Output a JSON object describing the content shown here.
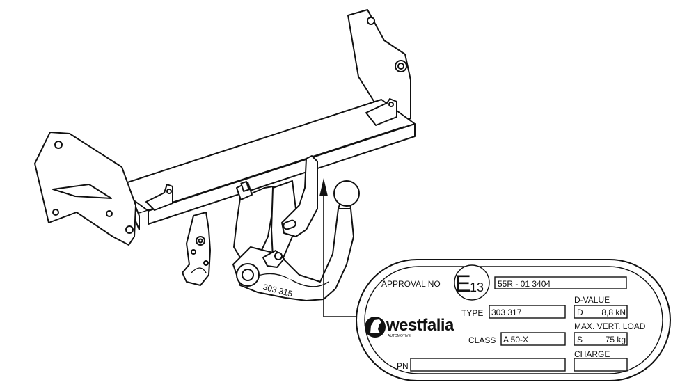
{
  "part_stamp": "303 315",
  "plate": {
    "approval_label": "APPROVAL NO",
    "e_mark_letter": "E",
    "e_mark_number": "13",
    "approval_value": "55R - 01 3404",
    "type_label": "TYPE",
    "type_value": "303 317",
    "class_label": "CLASS",
    "class_value": "A 50-X",
    "pn_label": "PN",
    "pn_value": "",
    "d_value_label": "D-VALUE",
    "d_code": "D",
    "d_amount": "8,8 kN",
    "load_label": "MAX. VERT. LOAD",
    "s_code": "S",
    "s_amount": "75 kg",
    "charge_label": "CHARGE",
    "charge_value": ""
  },
  "brand": {
    "name": "westfalia",
    "tagline": "AUTOMOTIVE",
    "logo_icon": "horse-icon"
  },
  "colors": {
    "line": "#111111",
    "background": "#ffffff"
  }
}
